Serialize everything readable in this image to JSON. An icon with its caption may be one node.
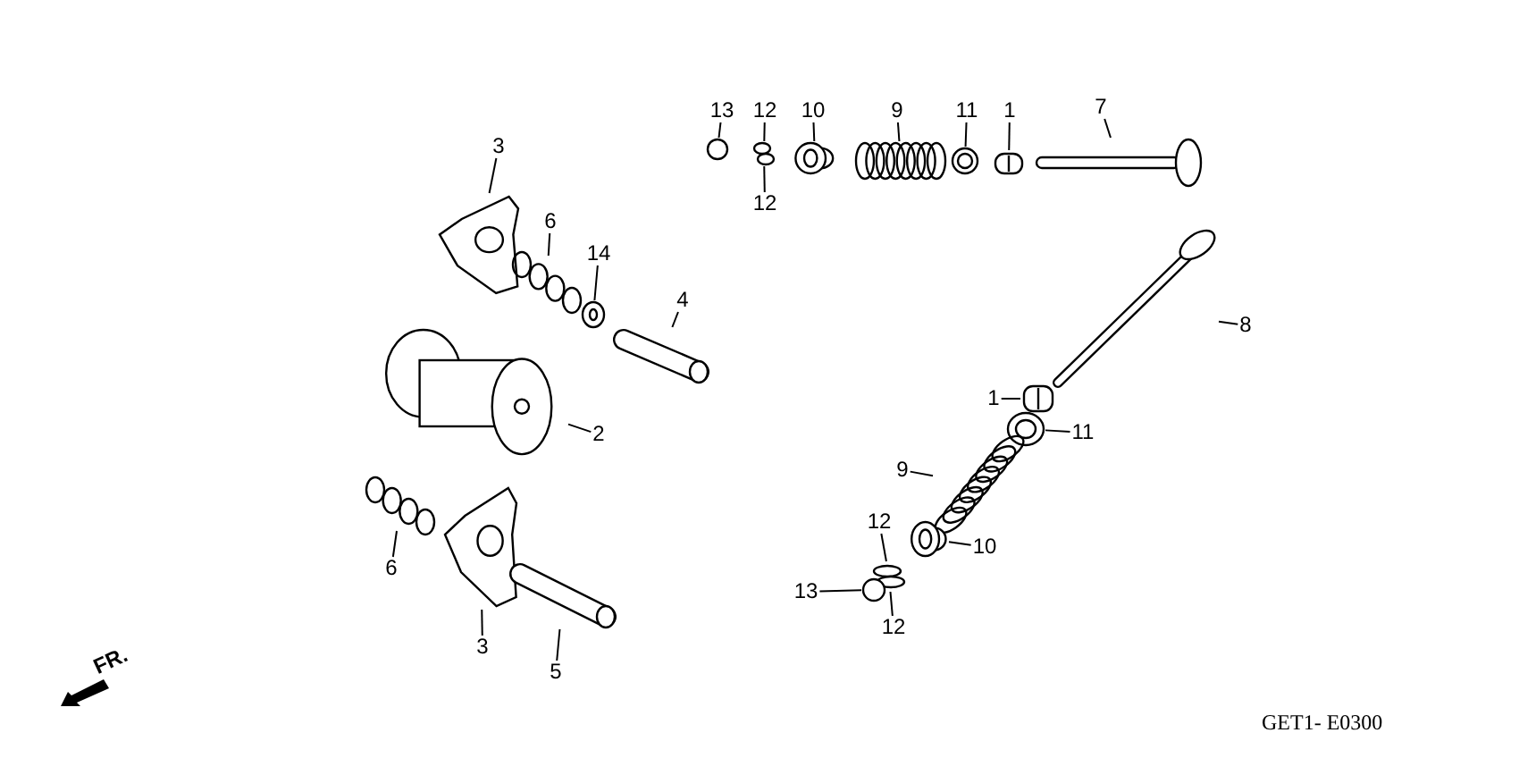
{
  "diagram": {
    "nodes": [
      {
        "text": [
          "13"
        ]
      },
      {
        "text": [],
        "shape": "circle"
      },
      {
        "text": [
          "12"
        ]
      },
      {
        "text": [],
        "shape": "picture"
      },
      {
        "text": [
          "12"
        ]
      },
      {
        "text": [
          "10"
        ]
      },
      {
        "text": [],
        "shape": "picture"
      },
      {
        "text": [
          "9"
        ]
      },
      {
        "text": [],
        "shape": "picture"
      },
      {
        "text": [
          "11"
        ]
      },
      {
        "text": [],
        "shape": "picture"
      },
      {
        "text": [
          "1"
        ]
      },
      {
        "text": [],
        "shape": "picture"
      },
      {
        "text": [
          "7"
        ]
      },
      {
        "text": [],
        "shape": "picture"
      },
      {
        "text": [
          "3"
        ]
      },
      {
        "text": [],
        "shape": "picture"
      },
      {
        "text": [
          "6"
        ]
      },
      {
        "text": [],
        "shape": "picture"
      },
      {
        "text": [
          "14"
        ]
      },
      {
        "text": [],
        "shape": "picture"
      },
      {
        "text": [
          "4"
        ]
      },
      {
        "text": [],
        "shape": "picture"
      },
      {
        "text": [
          "2"
        ]
      },
      {
        "text": [],
        "shape": "picture"
      },
      {
        "text": [
          "6"
        ]
      },
      {
        "text": [],
        "shape": "picture"
      },
      {
        "text": [
          "3"
        ]
      },
      {
        "text": [],
        "shape": "picture"
      },
      {
        "text": [
          "5"
        ]
      },
      {
        "text": [],
        "shape": "picture"
      },
      {
        "text": [
          "8"
        ]
      },
      {
        "text": [],
        "shape": "picture"
      },
      {
        "text": [
          "1"
        ]
      },
      {
        "text": [],
        "shape": "picture"
      },
      {
        "text": [
          "11"
        ]
      },
      {
        "text": [],
        "shape": "picture"
      },
      {
        "text": [
          "9"
        ]
      },
      {
        "text": [],
        "shape": "picture"
      },
      {
        "text": [
          "10"
        ]
      },
      {
        "text": [],
        "shape": "picture"
      },
      {
        "text": [
          "12"
        ]
      },
      {
        "text": [],
        "shape": "picture"
      },
      {
        "text": [
          "12"
        ]
      },
      {
        "text": [
          "13"
        ]
      },
      {
        "text": [],
        "shape": "circle"
      }
    ],
    "edges": [
      {
        "from": 0,
        "to": 1,
        "arrow": "none"
      },
      {
        "from": 2,
        "to": 3,
        "arrow": "none"
      },
      {
        "from": 4,
        "to": 3,
        "arrow": "none"
      },
      {
        "from": 5,
        "to": 6,
        "arrow": "none"
      },
      {
        "from": 7,
        "to": 8,
        "arrow": "none"
      },
      {
        "from": 9,
        "to": 10,
        "arrow": "none"
      },
      {
        "from": 11,
        "to": 12,
        "arrow": "none"
      },
      {
        "from": 13,
        "to": 14,
        "arrow": "none"
      },
      {
        "from": 15,
        "to": 16,
        "arrow": "none"
      },
      {
        "from": 17,
        "to": 18,
        "arrow": "none"
      },
      {
        "from": 19,
        "to": 20,
        "arrow": "none"
      },
      {
        "from": 21,
        "to": 22,
        "arrow": "none"
      },
      {
        "from": 23,
        "to": 24,
        "arrow": "none"
      },
      {
        "from": 25,
        "to": 26,
        "arrow": "none"
      },
      {
        "from": 27,
        "to": 28,
        "arrow": "none"
      },
      {
        "from": 29,
        "to": 30,
        "arrow": "none"
      },
      {
        "from": 31,
        "to": 32,
        "arrow": "none"
      },
      {
        "from": 33,
        "to": 34,
        "arrow": "none"
      },
      {
        "from": 35,
        "to": 36,
        "arrow": "none"
      },
      {
        "from": 37,
        "to": 38,
        "arrow": "none"
      },
      {
        "from": 39,
        "to": 40,
        "arrow": "none"
      },
      {
        "from": 41,
        "to": 42,
        "arrow": "none"
      },
      {
        "from": 43,
        "to": 42,
        "arrow": "none"
      },
      {
        "from": 44,
        "to": 45,
        "arrow": "none"
      }
    ],
    "labels": [
      "FR.",
      "GET1- E0300"
    ]
  }
}
